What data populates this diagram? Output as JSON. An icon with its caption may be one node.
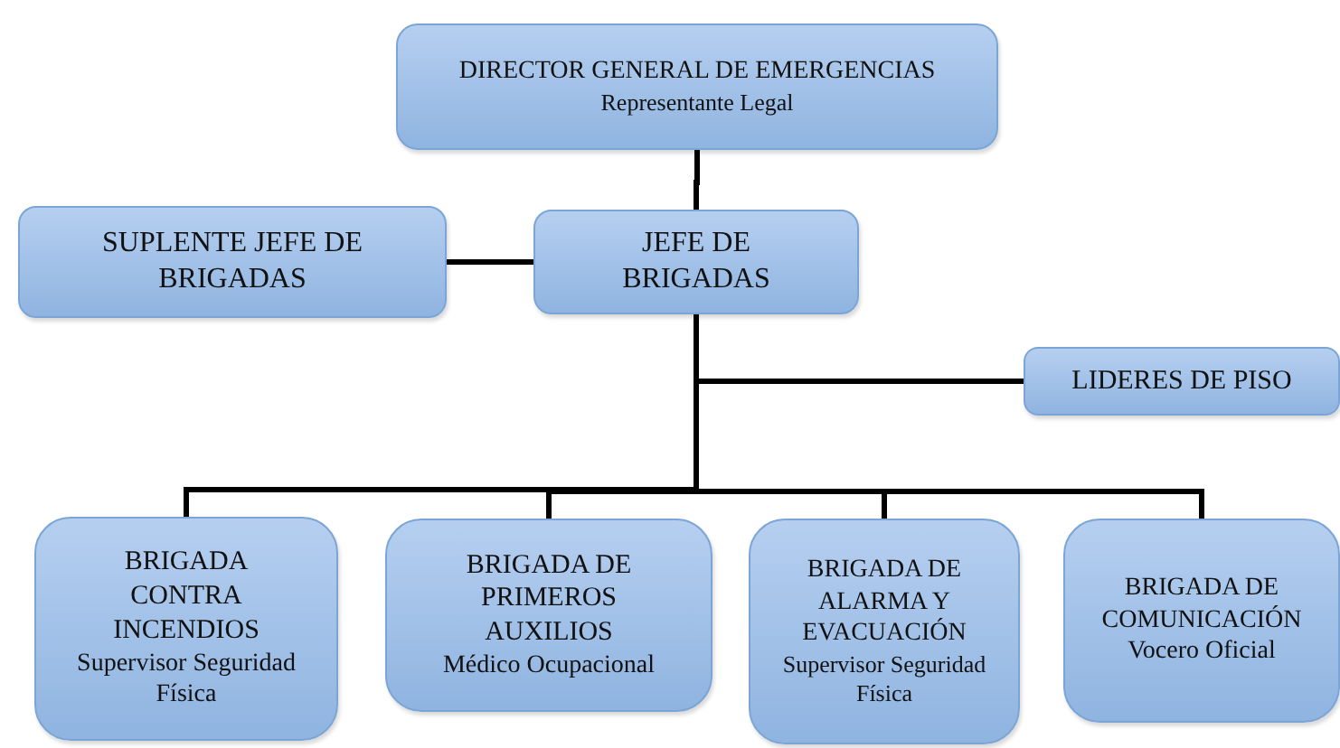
{
  "diagram": {
    "nodes": [
      {
        "text": [
          "DIRECTOR GENERAL DE EMERGENCIAS",
          "Representante Legal"
        ]
      },
      {
        "text": [
          "SUPLENTE JEFE DE BRIGADAS"
        ]
      },
      {
        "text": [
          "JEFE DE BRIGADAS"
        ]
      },
      {
        "text": [
          "LIDERES DE PISO"
        ]
      },
      {
        "text": [
          "BRIGADA CONTRA INCENDIOS",
          "Supervisor Seguridad Física"
        ]
      },
      {
        "text": [
          "BRIGADA DE PRIMEROS AUXILIOS",
          "Médico Ocupacional"
        ]
      },
      {
        "text": [
          "BRIGADA DE ALARMA Y EVACUACIÓN",
          "Supervisor Seguridad Física"
        ]
      },
      {
        "text": [
          "BRIGADA DE COMUNICACIÓN",
          "Vocero Oficial"
        ]
      }
    ],
    "edges": [
      {
        "from": 0,
        "to": 2,
        "arrow": "none"
      },
      {
        "from": 1,
        "to": 2,
        "arrow": "none"
      },
      {
        "from": 2,
        "to": 3,
        "arrow": "none"
      },
      {
        "from": 2,
        "to": 4,
        "arrow": "none"
      },
      {
        "from": 2,
        "to": 5,
        "arrow": "none"
      },
      {
        "from": 2,
        "to": 6,
        "arrow": "none"
      },
      {
        "from": 2,
        "to": 7,
        "arrow": "none"
      }
    ]
  }
}
